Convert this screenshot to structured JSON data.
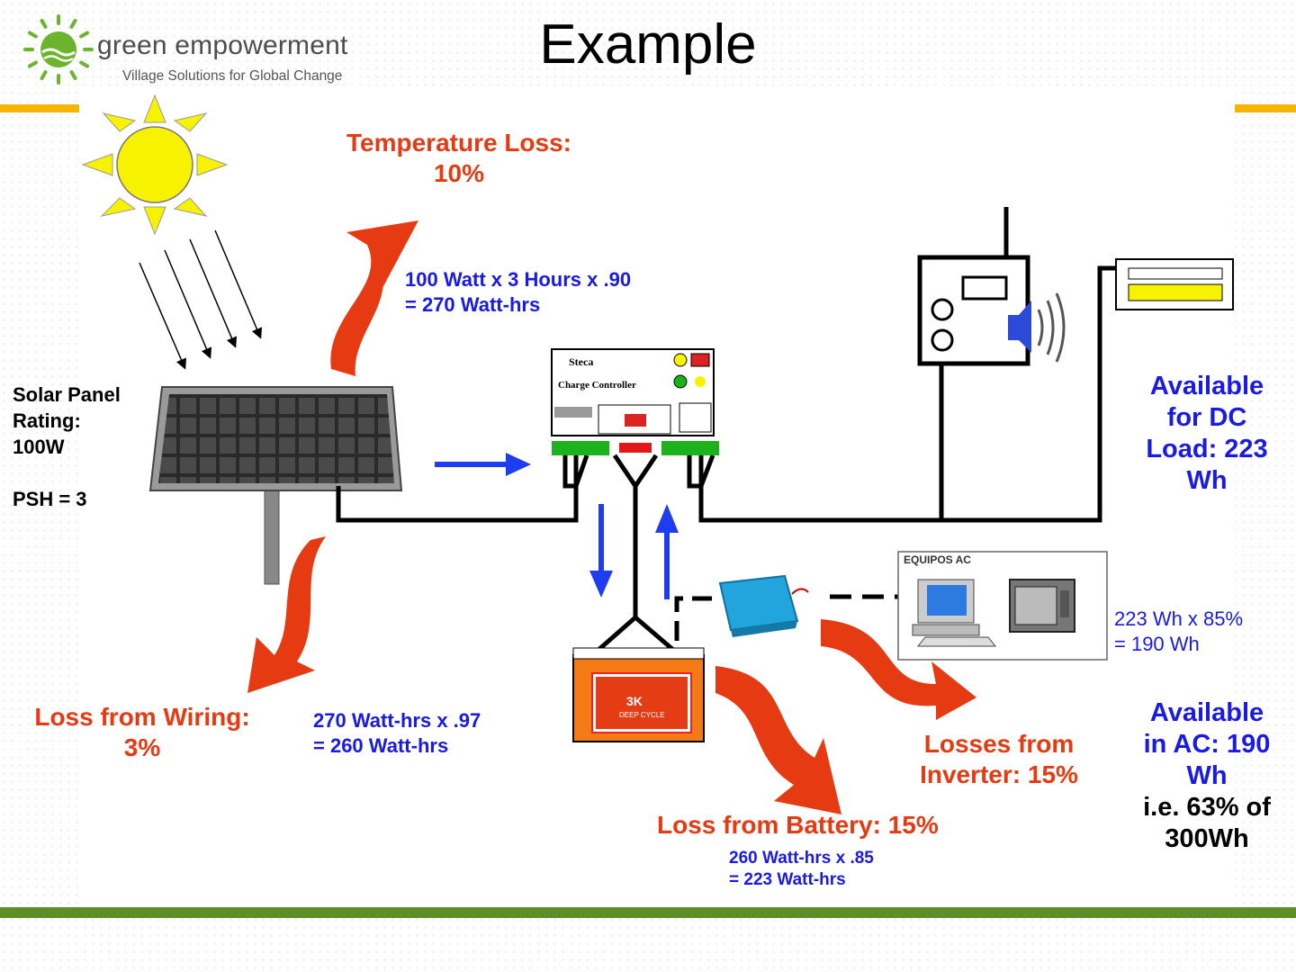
{
  "slide": {
    "title": "Example",
    "logo": {
      "name": "green empowerment",
      "tagline": "Village Solutions for Global Change"
    }
  },
  "labels": {
    "panel_rating": "Solar Panel\nRating:\n100W\n\nPSH = 3",
    "temperature_loss": "Temperature Loss:\n10%",
    "panel_output_calc": "100 Watt x 3 Hours x .90\n= 270 Watt-hrs",
    "wiring_loss": "Loss from Wiring:\n3%",
    "wiring_calc": "270 Watt-hrs x .97\n= 260 Watt-hrs",
    "battery_loss": "Loss from Battery: 15%",
    "battery_calc": "260 Watt-hrs x .85\n= 223 Watt-hrs",
    "inverter_loss": "Losses from\nInverter: 15%",
    "inverter_calc": "223 Wh x 85%\n= 190 Wh",
    "dc_available": "Available\nfor DC\nLoad: 223\nWh",
    "ac_available": "Available\nin AC: 190\nWh",
    "ac_percent": "i.e. 63% of\n300Wh",
    "controller_brand": "Steca",
    "controller_name": "Charge Controller",
    "ac_box_title": "EQUIPOS AC",
    "battery_brand": "3K",
    "battery_type": "DEEP CYCLE"
  },
  "colors": {
    "loss_red": "#e53a12",
    "calc_blue": "#1a1ae6",
    "flow_arrow_blue": "#1e3cf0",
    "accent_gold": "#f5b400",
    "footer_green": "#5e8e28",
    "sun_yellow": "#f7f200"
  },
  "icons": [
    "logo-icon",
    "sun-icon",
    "solar-panel-icon",
    "charge-controller-icon",
    "battery-icon",
    "inverter-icon",
    "radio-icon",
    "lamp-icon",
    "computer-icon",
    "tv-icon"
  ]
}
